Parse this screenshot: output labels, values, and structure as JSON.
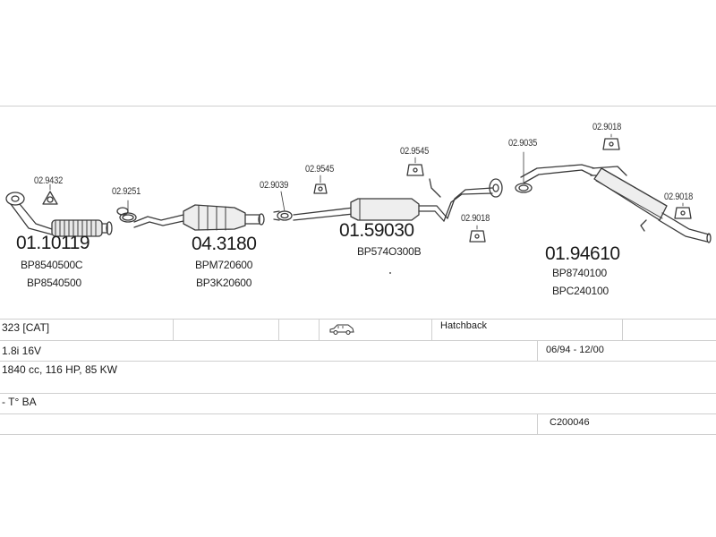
{
  "parts": {
    "p1": {
      "ref": "01.10119",
      "oem": [
        "BP8540500C",
        "BP8540500"
      ],
      "clamp": "02.9432"
    },
    "p2": {
      "clamp": "02.9251"
    },
    "p3": {
      "ref": "04.3180",
      "oem": [
        "BPM720600",
        "BP3K20600"
      ]
    },
    "p4": {
      "clamp_a": "02.9039",
      "clamp_b": "02.9545"
    },
    "p5": {
      "ref": "01.59030",
      "oem": [
        "BP574O300B"
      ],
      "clamp_a": "02.9545",
      "clamp_b": "02.9018"
    },
    "p6": {
      "clamp_a": "02.9035",
      "clamp_b": "02.9018",
      "clamp_c": "02.9018"
    },
    "p7": {
      "ref": "01.94610",
      "oem": [
        "BP8740100",
        "BPC240100"
      ]
    }
  },
  "vehicle": {
    "model": "323  [CAT]",
    "body_type": "Hatchback",
    "body_icon": "hatchback-car-icon",
    "engine": "1.8i 16V",
    "production": "06/94 - 12/00",
    "specs": "1840 cc, 116 HP, 85 KW",
    "note": "- T° BA",
    "code": "C200046"
  }
}
